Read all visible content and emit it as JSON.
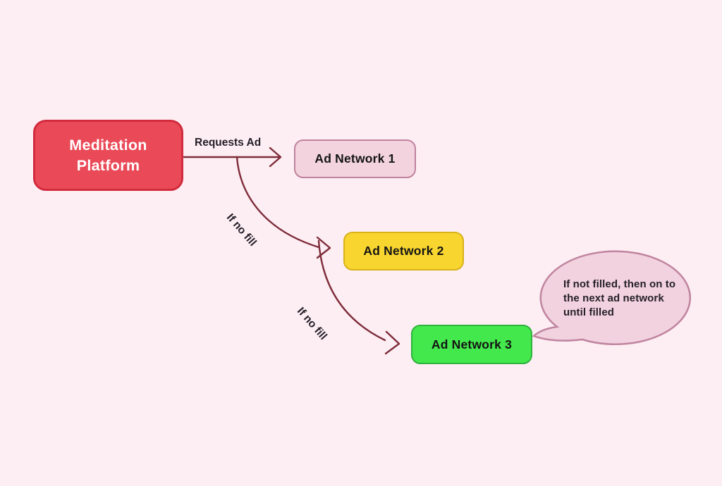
{
  "diagram": {
    "background_color": "#fdeef3",
    "connector_color": "#7e2c3a",
    "platform": {
      "label_line1": "Meditation",
      "label_line2": "Platform",
      "fill": "#ea4a57",
      "border": "#d12b3d",
      "text_color": "#ffffff"
    },
    "networks": [
      {
        "label": "Ad Network 1",
        "fill": "#f2d3de",
        "border": "#c0839d"
      },
      {
        "label": "Ad Network 2",
        "fill": "#f8d62f",
        "border": "#d9b119"
      },
      {
        "label": "Ad Network 3",
        "fill": "#43e94c",
        "border": "#2fb13e"
      }
    ],
    "edge_labels": {
      "requests_ad": "Requests Ad",
      "no_fill_1": "If no fill",
      "no_fill_2": "If no fill"
    },
    "callout": {
      "line1": "If not filled, then on to",
      "line2": "the next ad network",
      "line3": "until filled",
      "fill": "#f1d2de",
      "border": "#c0849f",
      "text_color": "#262028"
    }
  }
}
